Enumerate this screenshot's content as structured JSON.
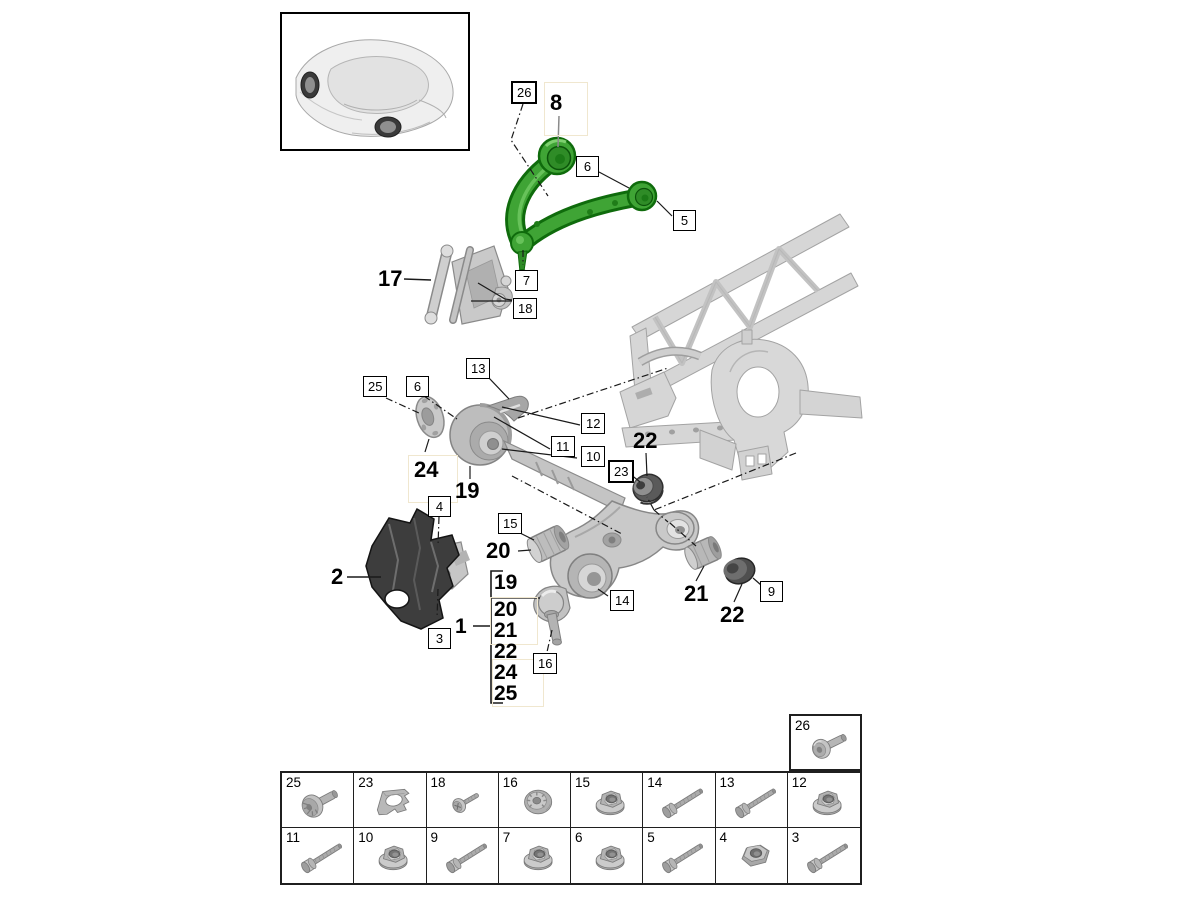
{
  "colors": {
    "highlight_green": "#3fa435",
    "highlight_green_dark": "#0f6b0c",
    "part_gray": "#c9c9c9",
    "frame_gray": "#d6d6d6",
    "dark_part": "#3d3d3d",
    "line_black": "#1a1a1a"
  },
  "callouts": [
    {
      "id": "c26",
      "label": "26",
      "kind": "boxed"
    },
    {
      "id": "b8",
      "label": "8",
      "kind": "bold"
    },
    {
      "id": "c6a",
      "label": "6",
      "kind": "boxed"
    },
    {
      "id": "c5",
      "label": "5",
      "kind": "boxed"
    },
    {
      "id": "c7",
      "label": "7",
      "kind": "boxed"
    },
    {
      "id": "c18",
      "label": "18",
      "kind": "boxed"
    },
    {
      "id": "b17",
      "label": "17",
      "kind": "bold"
    },
    {
      "id": "c25",
      "label": "25",
      "kind": "boxed"
    },
    {
      "id": "c6b",
      "label": "6",
      "kind": "boxed"
    },
    {
      "id": "c13",
      "label": "13",
      "kind": "boxed"
    },
    {
      "id": "c12",
      "label": "12",
      "kind": "boxed"
    },
    {
      "id": "c11",
      "label": "11",
      "kind": "boxed"
    },
    {
      "id": "c10",
      "label": "10",
      "kind": "boxed"
    },
    {
      "id": "c23",
      "label": "23",
      "kind": "boxed"
    },
    {
      "id": "b22a",
      "label": "22",
      "kind": "bold"
    },
    {
      "id": "b24",
      "label": "24",
      "kind": "bold"
    },
    {
      "id": "b19",
      "label": "19",
      "kind": "bold"
    },
    {
      "id": "c4",
      "label": "4",
      "kind": "boxed"
    },
    {
      "id": "c15",
      "label": "15",
      "kind": "boxed"
    },
    {
      "id": "b20",
      "label": "20",
      "kind": "bold"
    },
    {
      "id": "b2",
      "label": "2",
      "kind": "bold"
    },
    {
      "id": "c3",
      "label": "3",
      "kind": "boxed"
    },
    {
      "id": "c14",
      "label": "14",
      "kind": "boxed"
    },
    {
      "id": "c16",
      "label": "16",
      "kind": "boxed"
    },
    {
      "id": "b21",
      "label": "21",
      "kind": "bold"
    },
    {
      "id": "b22b",
      "label": "22",
      "kind": "bold"
    },
    {
      "id": "c9",
      "label": "9",
      "kind": "boxed"
    }
  ],
  "assembly_group": {
    "label": "1",
    "items": [
      "19",
      "20",
      "21",
      "22",
      "24",
      "25"
    ]
  },
  "parts_grid": {
    "standalone": [
      {
        "num": "26",
        "icon": "washer-head-bolt-icon"
      }
    ],
    "rows": [
      [
        {
          "num": "25",
          "icon": "flanged-bolt-icon"
        },
        {
          "num": "23",
          "icon": "retaining-plate-icon"
        },
        {
          "num": "18",
          "icon": "small-screw-icon"
        },
        {
          "num": "16",
          "icon": "splined-plate-nut-icon"
        },
        {
          "num": "15",
          "icon": "flange-nut-icon"
        },
        {
          "num": "14",
          "icon": "long-bolt-icon"
        },
        {
          "num": "13",
          "icon": "long-bolt-icon"
        },
        {
          "num": "12",
          "icon": "flange-nut-icon"
        }
      ],
      [
        {
          "num": "11",
          "icon": "long-bolt-icon"
        },
        {
          "num": "10",
          "icon": "flange-nut-icon"
        },
        {
          "num": "9",
          "icon": "long-bolt-icon"
        },
        {
          "num": "7",
          "icon": "flange-nut-icon"
        },
        {
          "num": "6",
          "icon": "flange-nut-icon"
        },
        {
          "num": "5",
          "icon": "long-bolt-icon"
        },
        {
          "num": "4",
          "icon": "hex-nut-icon"
        },
        {
          "num": "3",
          "icon": "long-bolt-icon"
        }
      ]
    ]
  }
}
